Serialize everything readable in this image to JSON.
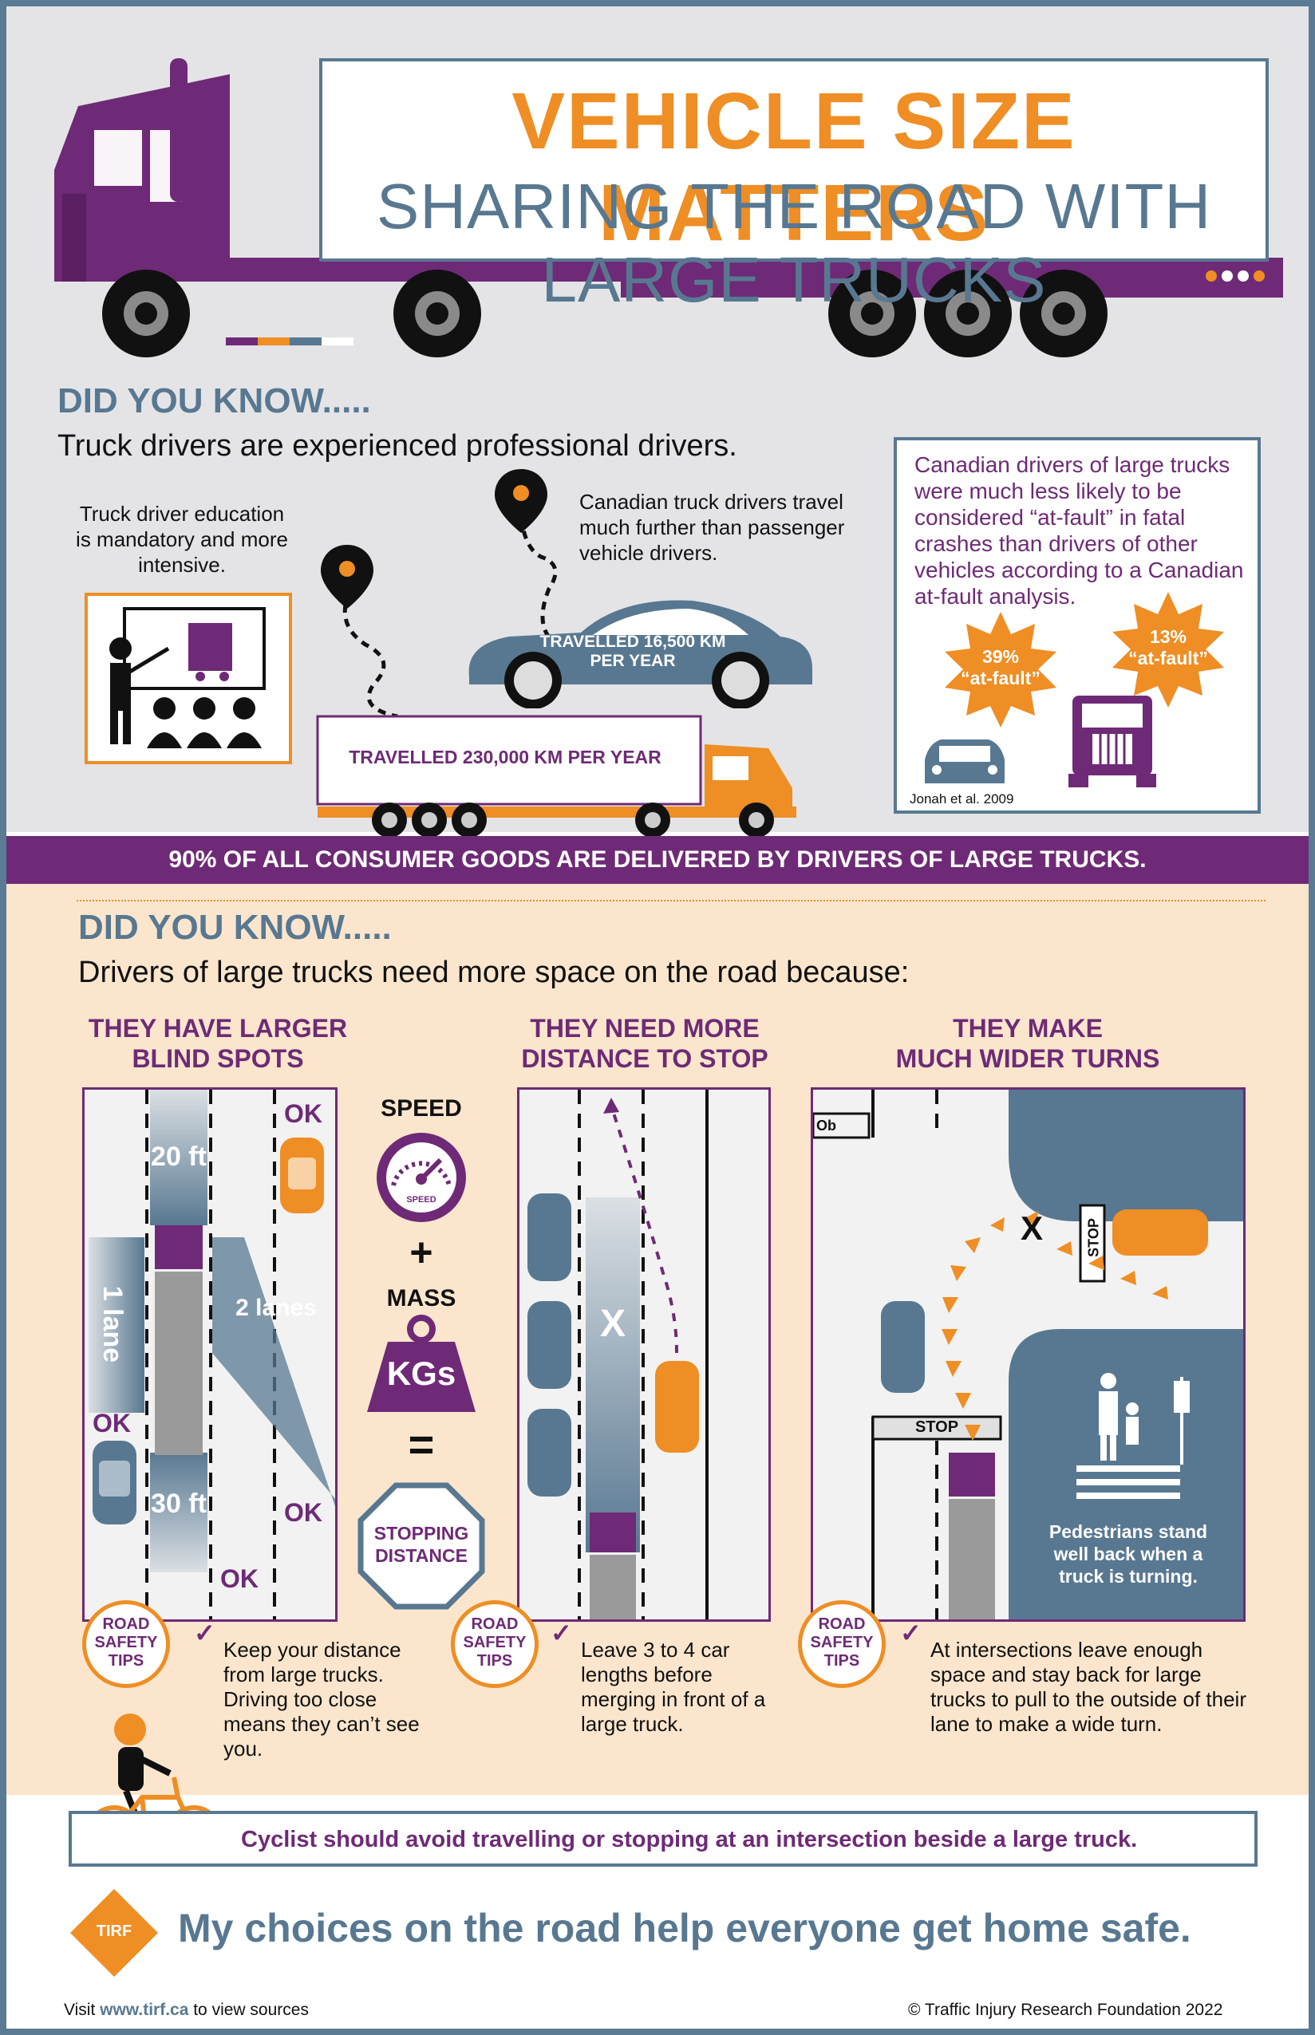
{
  "header": {
    "title": "VEHICLE SIZE MATTERS",
    "subtitle": "SHARING THE ROAD WITH LARGE TRUCKS"
  },
  "section1": {
    "heading": "DID YOU KNOW.....",
    "subheading": "Truck drivers are experienced professional drivers.",
    "education_note": "Truck driver education is mandatory and more intensive.",
    "travel_note": "Canadian truck drivers travel much further than passenger vehicle drivers.",
    "car_label": "TRAVELLED 16,500 KM PER YEAR",
    "truck_label": "TRAVELLED 230,000 KM PER YEAR",
    "fault_box": {
      "text": "Canadian drivers of large trucks were much less likely to be considered “at-fault” in fatal crashes than drivers of other vehicles according to a Canadian at-fault analysis.",
      "car_pct": "39%",
      "car_label": "“at-fault”",
      "truck_pct": "13%",
      "truck_label": "“at-fault”",
      "source": "Jonah et al. 2009"
    }
  },
  "banner": "90% OF ALL CONSUMER GOODS ARE DELIVERED BY DRIVERS OF LARGE TRUCKS.",
  "section2": {
    "heading": "DID YOU KNOW.....",
    "subheading": "Drivers of large trucks need more space on the road because:",
    "col1": {
      "title_line1": "THEY HAVE LARGER",
      "title_line2": "BLIND SPOTS",
      "ok": "OK",
      "front": "20 ft",
      "rear": "30 ft",
      "left": "1 lane",
      "right": "2 lanes",
      "tip": "Keep your distance from large trucks. Driving too close means they can’t see you."
    },
    "equation": {
      "speed": "SPEED",
      "gauge": "SPEED",
      "plus": "+",
      "mass": "MASS",
      "kgs": "KGs",
      "equals": "=",
      "result_line1": "STOPPING",
      "result_line2": "DISTANCE"
    },
    "col2": {
      "title_line1": "THEY NEED MORE",
      "title_line2": "DISTANCE TO STOP",
      "x": "X",
      "tip": "Leave 3 to 4 car lengths before merging in front of a large truck."
    },
    "col3": {
      "title_line1": "THEY MAKE",
      "title_line2": "MUCH WIDER TURNS",
      "x": "X",
      "stop_top": "STOP",
      "stop_bottom": "STOP",
      "ob": "Ob",
      "ped_note": "Pedestrians stand well back when a truck is turning.",
      "tip": "At intersections leave enough space and stay back for large trucks to pull to the outside of their lane to make a wide turn."
    },
    "tips_label_1": "ROAD",
    "tips_label_2": "SAFETY",
    "tips_label_3": "TIPS",
    "check": "✓"
  },
  "cyclist_note": "Cyclist should avoid travelling or stopping at an intersection beside a large truck.",
  "footer": {
    "logo": "TIRF",
    "slogan": "My choices on the road help everyone get home safe.",
    "visit_pre": "Visit ",
    "visit_link": "www.tirf.ca",
    "visit_post": " to view sources",
    "copyright": "© Traffic Injury Research Foundation 2022"
  },
  "colors": {
    "purple": "#6e2a76",
    "orange": "#ee8e24",
    "slate": "#587891",
    "peach": "#fbe6cd"
  }
}
